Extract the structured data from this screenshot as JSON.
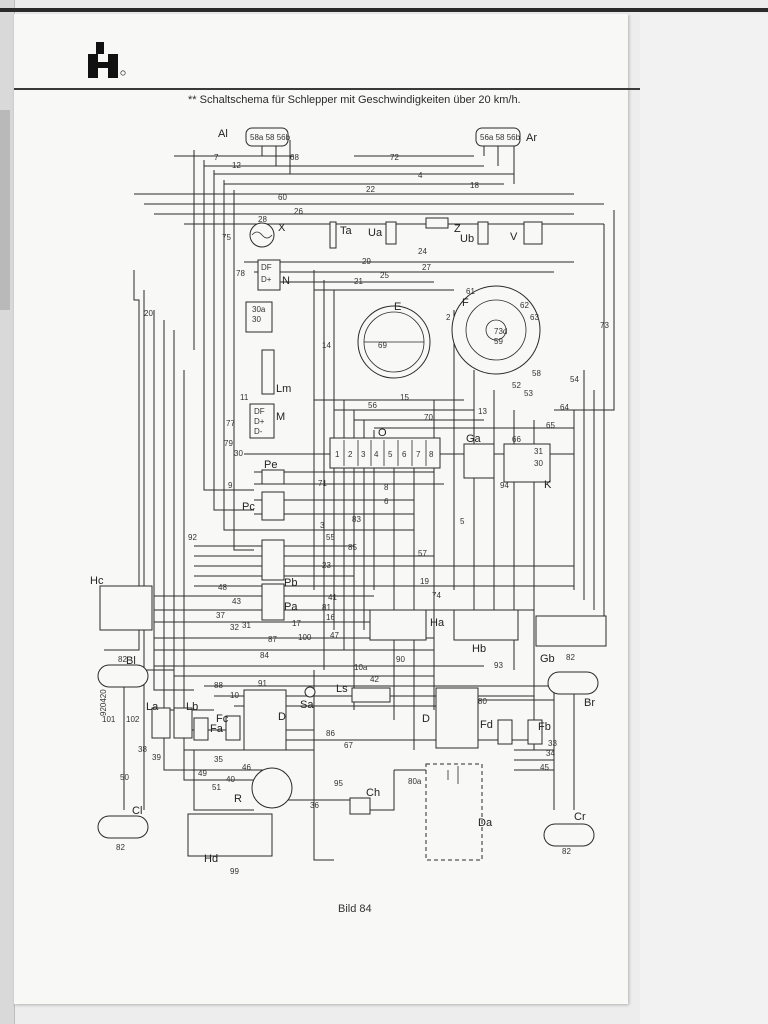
{
  "header": {
    "stars": "**",
    "title": "Schaltschema für Schlepper mit Geschwindigkeiten über 20 km/h."
  },
  "caption": "Bild 84",
  "components": {
    "al": "Al",
    "ar": "Ar",
    "x": "X",
    "ta": "Ta",
    "ua": "Ua",
    "z": "Z",
    "ub": "Ub",
    "v": "V",
    "n": "N",
    "e": "E",
    "f": "F",
    "lm": "Lm",
    "m": "M",
    "o": "O",
    "ga": "Ga",
    "k": "K",
    "pe": "Pe",
    "pc": "Pc",
    "pb": "Pb",
    "pa": "Pa",
    "ha": "Ha",
    "hb": "Hb",
    "hc": "Hc",
    "gb": "Gb",
    "bl": "Bl",
    "br": "Br",
    "la": "La",
    "lb": "Lb",
    "fa": "Fa",
    "fc": "Fc",
    "sa": "Sa",
    "ls": "Ls",
    "d1": "D",
    "d2": "D",
    "fd": "Fd",
    "fb": "Fb",
    "r": "R",
    "ch": "Ch",
    "da": "Da",
    "cl": "Cl",
    "cr": "Cr",
    "hd": "Hd"
  },
  "wires": {
    "w68": "68",
    "w72": "72",
    "w7": "7",
    "w12": "12",
    "w4": "4",
    "w18": "18",
    "w22": "22",
    "w60": "60",
    "w26": "26",
    "w28": "28",
    "w75": "75",
    "w24": "24",
    "w29": "29",
    "w27": "27",
    "w25": "25",
    "w21": "21",
    "w78": "78",
    "w20": "20",
    "w61": "61",
    "w62": "62",
    "w63": "63",
    "w2": "2",
    "w73": "73",
    "w73d": "73d",
    "w59": "59",
    "w58": "58",
    "w14": "14",
    "w69": "69",
    "w52": "52",
    "w53": "53",
    "w54": "54",
    "w64": "64",
    "w11": "11",
    "w77": "77",
    "w79": "79",
    "w30": "30",
    "w15": "15",
    "w56": "56",
    "w70": "70",
    "w13": "13",
    "w65": "65",
    "w66": "66",
    "w94": "94",
    "w9": "9",
    "w8": "8",
    "w6": "6",
    "w71": "71",
    "w3": "3",
    "w83": "83",
    "w5": "5",
    "w55": "55",
    "w85": "85",
    "w57": "57",
    "w92": "92",
    "w19": "19",
    "w74": "74",
    "w48": "48",
    "w43": "43",
    "w37": "37",
    "w32": "32",
    "w31": "31",
    "w17": "17",
    "w16": "16",
    "w81": "81",
    "w41": "41",
    "w47": "47",
    "w87": "87",
    "w84": "84",
    "w90": "90",
    "w100": "100",
    "w10a": "10a",
    "w42": "42",
    "w93": "93",
    "w23": "23",
    "w88": "88",
    "w91": "91",
    "w10": "10",
    "w80": "80",
    "w86": "86",
    "w67": "67",
    "w101": "101",
    "w102": "102",
    "w38": "38",
    "w39": "39",
    "w35": "35",
    "w46": "46",
    "w49": "49",
    "w40": "40",
    "w51": "51",
    "w50": "50",
    "w36": "36",
    "w95": "95",
    "w80a": "80a",
    "w33": "33",
    "w34": "34",
    "w45": "45",
    "w82a": "82",
    "w82b": "82",
    "w82c": "82",
    "w82d": "82",
    "w99": "99"
  },
  "slot_labels": [
    "1",
    "2",
    "3",
    "4",
    "5",
    "6",
    "7",
    "8"
  ],
  "terminals": {
    "al": "58a 58 56b",
    "ar": "56a 58 56b",
    "n1": "DF",
    "n2": "D+",
    "m1": "DF",
    "m2": "D+",
    "m3": "D-",
    "lm1": "30a",
    "lm2": "30",
    "k1": "31",
    "k2": "30"
  },
  "side_code": "920420",
  "colors": {
    "ink": "#2a2a2a",
    "paper": "#f8f8f6"
  }
}
